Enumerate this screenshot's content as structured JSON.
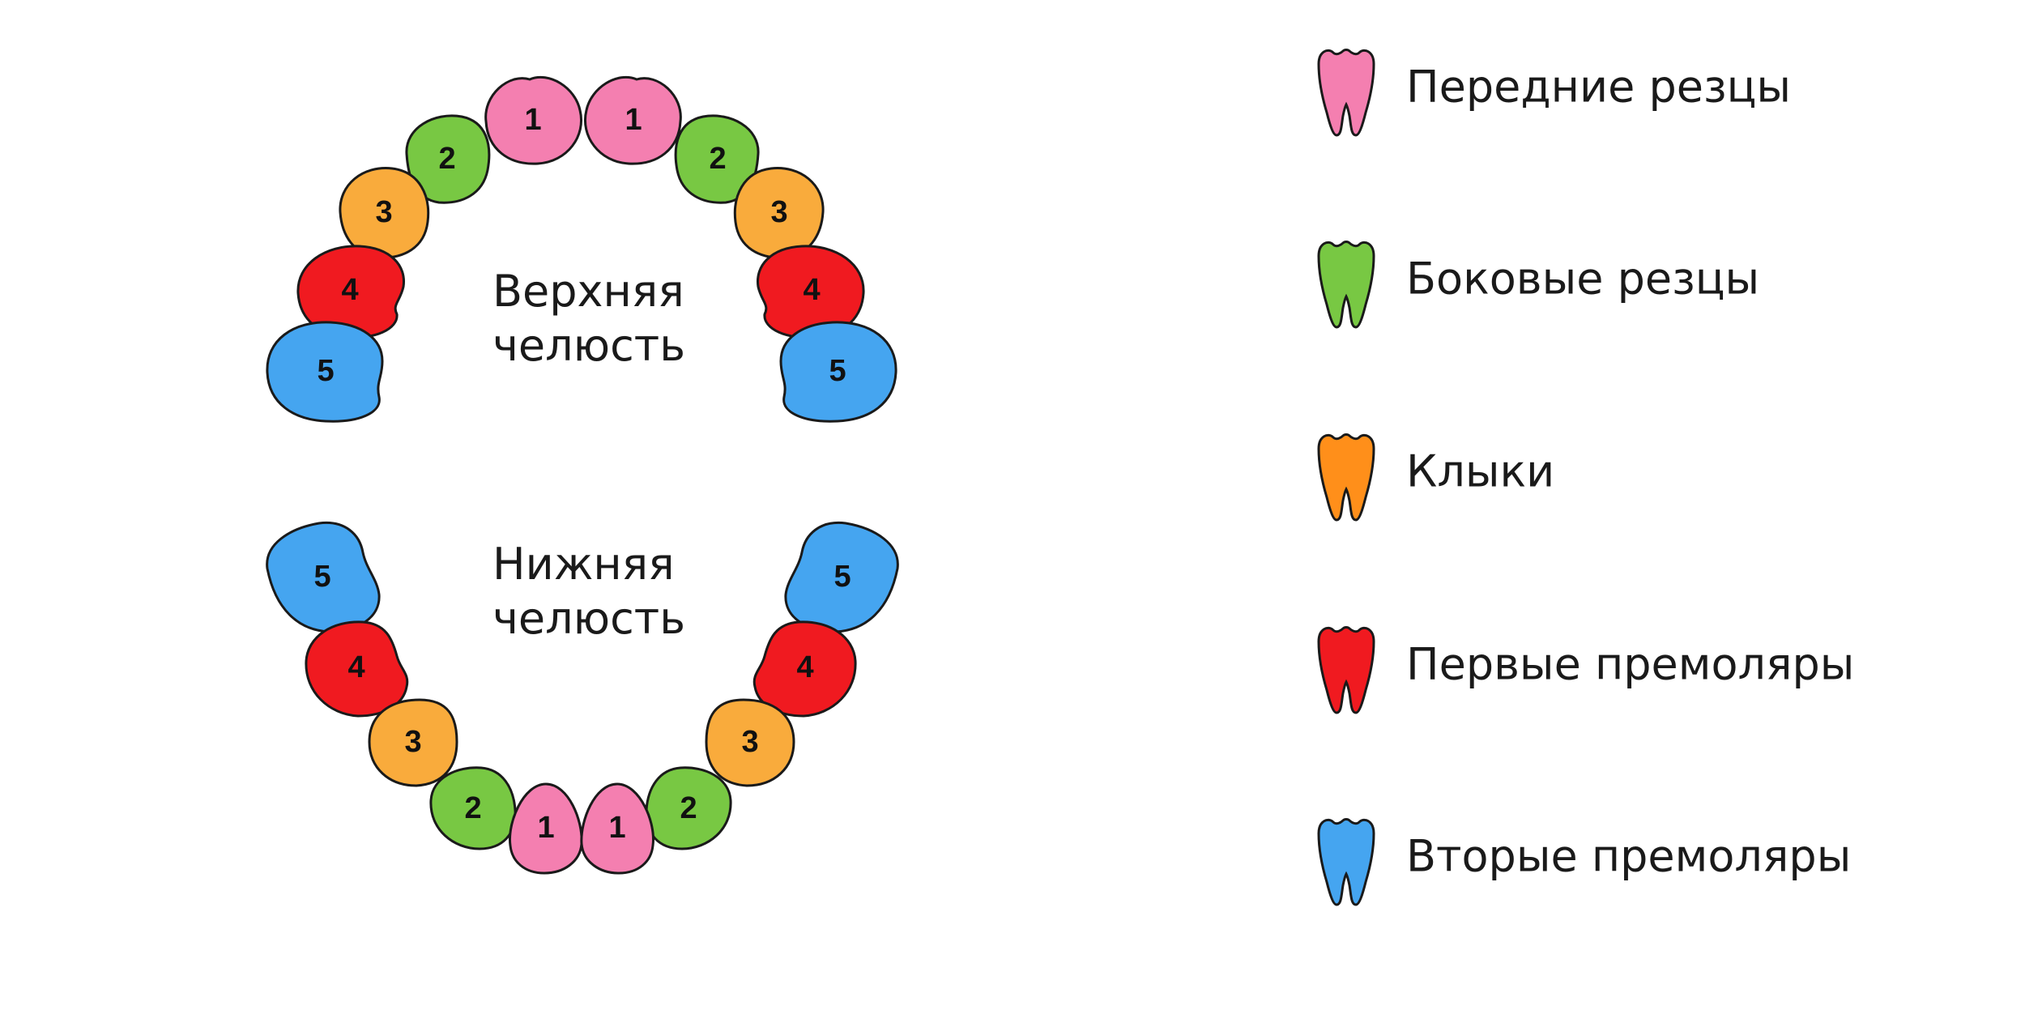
{
  "jaws": {
    "upper_label_line1": "Верхняя",
    "upper_label_line2": "челюсть",
    "lower_label_line1": "Нижняя",
    "lower_label_line2": "челюсть"
  },
  "legend": [
    {
      "label": "Передние резцы",
      "color": "#F47FB0",
      "number": "1"
    },
    {
      "label": "Боковые резцы",
      "color": "#78C843",
      "number": "2"
    },
    {
      "label": "Клыки",
      "color": "#F9AB3C",
      "number": "3"
    },
    {
      "label": "Первые премоляры",
      "color": "#F01A20",
      "number": "4"
    },
    {
      "label": "Вторые премоляры",
      "color": "#45A5F0",
      "number": "5"
    }
  ],
  "legend_icon_colors": [
    "#F47FB0",
    "#78C843",
    "#FF8F1A",
    "#F01A20",
    "#45A5F0"
  ]
}
